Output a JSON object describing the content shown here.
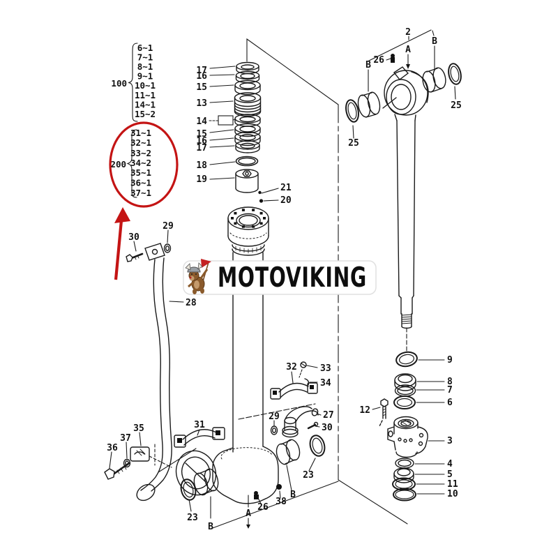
{
  "colors": {
    "line": "#1a1a1a",
    "highlight_red": "#c41414",
    "watermark_text": "#0e0e0e",
    "background": "#ffffff"
  },
  "watermark": {
    "brand": "MOTOVIKING"
  },
  "parts_list": {
    "groups": [
      {
        "label": "100",
        "highlighted": false,
        "items": [
          "6~1",
          "7~1",
          "8~1",
          "9~1",
          "10~1",
          "11~1",
          "14~1",
          "15~2"
        ]
      },
      {
        "label": "200",
        "highlighted": true,
        "items": [
          "31~1",
          "32~1",
          "33~2",
          "34~2",
          "35~1",
          "36~1",
          "37~1"
        ]
      }
    ]
  },
  "callouts": {
    "s17a": "17",
    "s16a": "16",
    "s15a": "15",
    "s13": "13",
    "s14": "14",
    "s15b": "15",
    "s16b": "16",
    "s17b": "17",
    "s18": "18",
    "s19": "19",
    "s21": "21",
    "s20": "20",
    "r2": "2",
    "rA": "A",
    "rBl": "B",
    "rBr": "B",
    "r26": "26",
    "r25l": "25",
    "r25r": "25",
    "r9": "9",
    "r8": "8",
    "r7": "7",
    "r6": "6",
    "r12": "12",
    "r3": "3",
    "r4": "4",
    "r5": "5",
    "r11": "11",
    "r10": "10",
    "l29": "29",
    "l30": "30",
    "l28": "28",
    "l35": "35",
    "l36": "36",
    "l37": "37",
    "b31": "31",
    "b32": "32",
    "b33": "33",
    "b34": "34",
    "b27": "27",
    "b29": "29",
    "b30": "30",
    "b23l": "23",
    "bBl": "B",
    "bA": "A",
    "b26": "26",
    "b38": "38",
    "bBr": "B",
    "b23r": "23"
  }
}
